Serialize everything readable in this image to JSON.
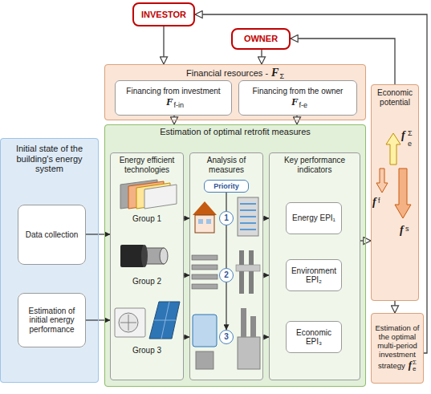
{
  "diagram": {
    "nodes": [
      {
        "text": [
          "INVESTOR"
        ]
      },
      {
        "text": [
          "OWNER"
        ]
      },
      {
        "text": [
          "Financial resources -",
          "F",
          "Σ"
        ]
      },
      {
        "text": [
          "Financing from investment",
          "F",
          "f-in"
        ],
        "in": 2
      },
      {
        "text": [
          "Financing from the owner",
          "F",
          "f-e"
        ],
        "in": 2
      },
      {
        "text": [
          "Initial state of the building's energy system"
        ]
      },
      {
        "text": [
          "Data collection"
        ],
        "in": 5
      },
      {
        "text": [
          "Estimation of initial energy performance"
        ],
        "in": 5
      },
      {
        "text": [
          "Estimation of optimal retrofit measures"
        ]
      },
      {
        "text": [
          "Energy efficient technologies"
        ],
        "in": 8
      },
      {
        "text": [
          "Analysis of measures"
        ],
        "in": 8
      },
      {
        "text": [
          "Priority"
        ],
        "in": 10
      },
      {
        "text": [
          "1"
        ],
        "in": 10
      },
      {
        "text": [
          "2"
        ],
        "in": 10
      },
      {
        "text": [
          "3"
        ],
        "in": 10
      },
      {
        "text": [
          "Key performance indicators"
        ],
        "in": 8
      },
      {
        "text": [
          "Energy EPI₁"
        ],
        "in": 15
      },
      {
        "text": [
          "Environment EPI₂"
        ],
        "in": 15
      },
      {
        "text": [
          "Economic EPI₃"
        ],
        "in": 15
      },
      {
        "text": [
          "Economic potential"
        ]
      },
      {
        "text": [
          "Estimation of the optimal multi-period investment strategy",
          "f",
          "Σ",
          "e"
        ]
      }
    ],
    "edges": [
      {
        "from": 0,
        "to": 2,
        "arrow": "to"
      },
      {
        "from": 1,
        "to": 2,
        "arrow": "to"
      },
      {
        "from": 3,
        "to": 8,
        "arrow": "to"
      },
      {
        "from": 4,
        "to": 8,
        "arrow": "to"
      },
      {
        "from": 6,
        "to": 9,
        "arrow": "to"
      },
      {
        "from": 7,
        "to": 9,
        "arrow": "to"
      },
      {
        "from": 9,
        "to": 10,
        "arrow": "to"
      },
      {
        "from": 9,
        "to": 10,
        "arrow": "to"
      },
      {
        "from": 9,
        "to": 10,
        "arrow": "to"
      },
      {
        "from": 10,
        "to": 15,
        "arrow": "to"
      },
      {
        "from": 10,
        "to": 15,
        "arrow": "to"
      },
      {
        "from": 10,
        "to": 15,
        "arrow": "to"
      },
      {
        "from": 11,
        "to": 12,
        "arrow": "none"
      },
      {
        "from": 12,
        "to": 13,
        "arrow": "none"
      },
      {
        "from": 13,
        "to": 14,
        "arrow": "to"
      },
      {
        "from": 15,
        "to": 19,
        "arrow": "to"
      },
      {
        "from": 19,
        "to": 20,
        "arrow": "to"
      },
      {
        "from": 19,
        "to": 1,
        "arrow": "to"
      },
      {
        "from": 20,
        "to": 0,
        "arrow": "to"
      }
    ],
    "labels": [
      "Group 1",
      "Group 2",
      "Group 3",
      "f",
      "Σ",
      "e",
      "f",
      "f",
      "f",
      "s"
    ]
  }
}
